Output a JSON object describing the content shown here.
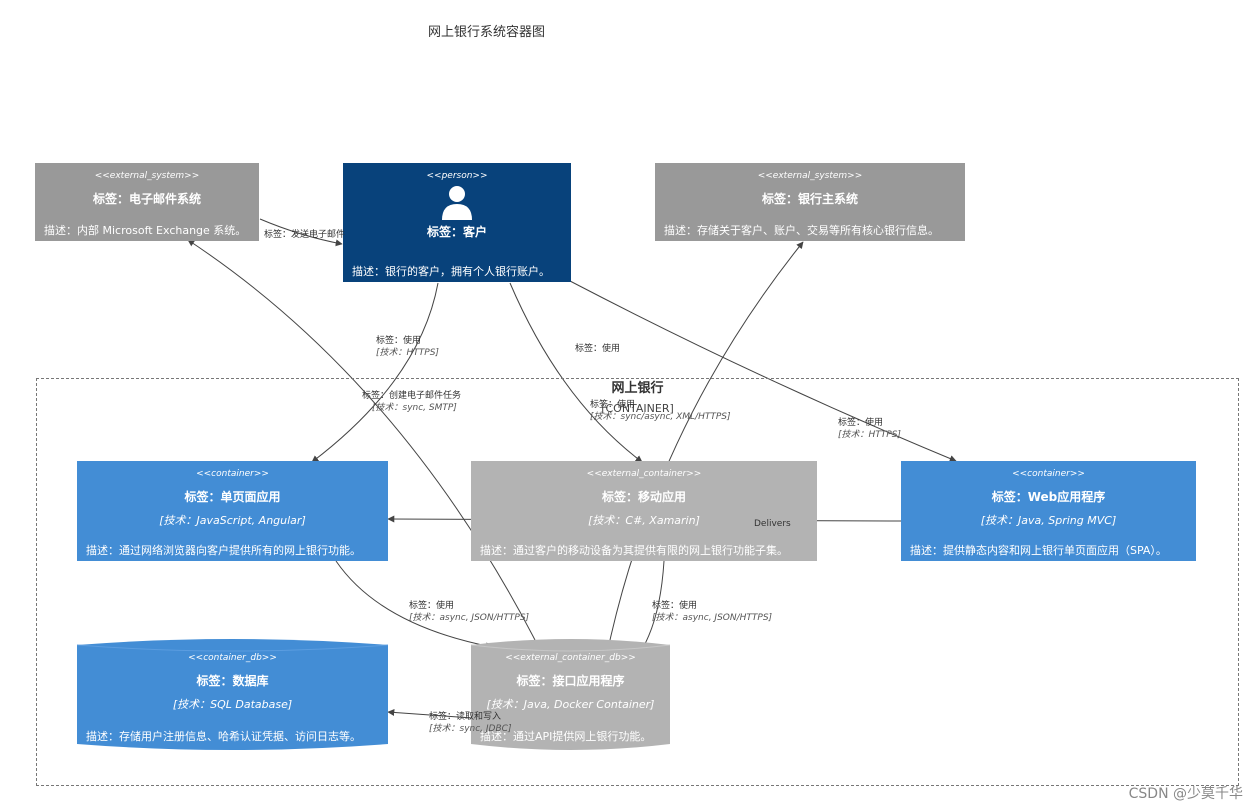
{
  "title": "网上银行系统容器图",
  "boundary": {
    "title": "网上银行",
    "type": "[CONTAINER]"
  },
  "nodes": {
    "email": {
      "stereo": "<<external_system>>",
      "name": "标签：电子邮件系统",
      "desc": "描述：内部 Microsoft Exchange 系统。"
    },
    "customer": {
      "stereo": "<<person>>",
      "name": "标签：客户",
      "desc": "描述：银行的客户，拥有个人银行账户。"
    },
    "mainframe": {
      "stereo": "<<external_system>>",
      "name": "标签：银行主系统",
      "desc": "描述：存储关于客户、账户、交易等所有核心银行信息。"
    },
    "spa": {
      "stereo": "<<container>>",
      "name": "标签：单页面应用",
      "tech": "[技术：JavaScript, Angular]",
      "desc": "描述：通过网络浏览器向客户提供所有的网上银行功能。"
    },
    "mobile": {
      "stereo": "<<external_container>>",
      "name": "标签：移动应用",
      "tech": "[技术：C#, Xamarin]",
      "desc": "描述：通过客户的移动设备为其提供有限的网上银行功能子集。"
    },
    "web": {
      "stereo": "<<container>>",
      "name": "标签：Web应用程序",
      "tech": "[技术：Java, Spring MVC]",
      "desc": "描述：提供静态内容和网上银行单页面应用（SPA）。"
    },
    "db": {
      "stereo": "<<container_db>>",
      "name": "标签：数据库",
      "tech": "[技术：SQL Database]",
      "desc": "描述：存储用户注册信息、哈希认证凭据、访问日志等。"
    },
    "api": {
      "stereo": "<<external_container_db>>",
      "name": "标签：接口应用程序",
      "tech": "[技术：Java, Docker Container]",
      "desc": "描述：通过API提供网上银行功能。"
    }
  },
  "edges": [
    {
      "label": "标签：发送电子邮件",
      "tech": ""
    },
    {
      "label": "标签：使用",
      "tech": "[技术：HTTPS]"
    },
    {
      "label": "标签：使用",
      "tech": ""
    },
    {
      "label": "标签：创建电子邮件任务",
      "tech": "[技术：sync, SMTP]"
    },
    {
      "label": "标签：使用",
      "tech": "[技术：sync/async, XML/HTTPS]"
    },
    {
      "label": "标签：使用",
      "tech": "[技术：HTTPS]"
    },
    {
      "label": "Delivers",
      "tech": ""
    },
    {
      "label": "标签：使用",
      "tech": "[技术：async, JSON/HTTPS]"
    },
    {
      "label": "标签：使用",
      "tech": "[技术：async, JSON/HTTPS]"
    },
    {
      "label": "标签：读取和写入",
      "tech": "[技术：sync, JDBC]"
    }
  ],
  "watermark": "CSDN @少莫千华",
  "colors": {
    "person": "#08427b",
    "container": "#438dd5",
    "external_system": "#999999",
    "external_container": "#b3b3b3",
    "line": "#444444"
  }
}
